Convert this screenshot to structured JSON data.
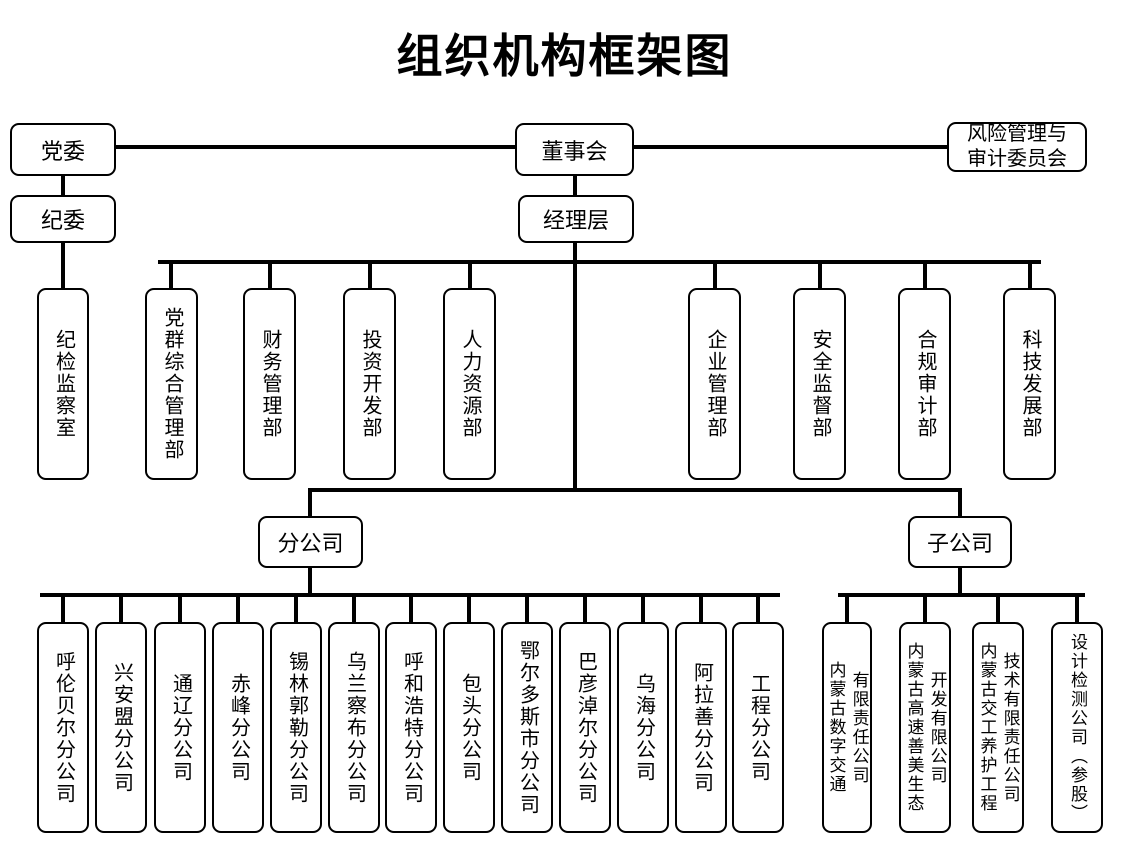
{
  "title": "组织机构框架图",
  "governance": {
    "party_committee": "党委",
    "discipline_committee": "纪委",
    "board_of_directors": "董事会",
    "management_layer": "经理层",
    "risk_audit_committee": {
      "line1": "风险管理与",
      "line2": "审计委员会"
    },
    "discipline_inspection_office": "纪检监察室"
  },
  "departments": [
    "党群综合管理部",
    "财务管理部",
    "投资开发部",
    "人力资源部",
    "企业管理部",
    "安全监督部",
    "合规审计部",
    "科技发展部"
  ],
  "branch_group": {
    "label": "分公司",
    "companies": [
      "呼伦贝尔分公司",
      "兴安盟分公司",
      "通辽分公司",
      "赤峰分公司",
      "锡林郭勒分公司",
      "乌兰察布分公司",
      "呼和浩特分公司",
      "包头分公司",
      "鄂尔多斯市分公司",
      "巴彦淖尔分公司",
      "乌海分公司",
      "阿拉善分公司",
      "工程分公司"
    ]
  },
  "subsidiary_group": {
    "label": "子公司",
    "companies": [
      {
        "name": "内蒙古数字交通有限责任公司",
        "columns": [
          "内蒙古数字交通",
          "有限责任公司"
        ]
      },
      {
        "name": "内蒙古高速善美生态开发有限公司",
        "columns": [
          "内蒙古高速善美生态",
          "开发有限公司"
        ]
      },
      {
        "name": "内蒙古交工养护工程技术有限责任公司",
        "columns": [
          "内蒙古交工养护工程",
          "技术有限责任公司"
        ]
      },
      {
        "name": "设计检测公司（参股）",
        "columns": [
          "设计检测公司（参股）"
        ]
      }
    ]
  },
  "colors": {
    "line": "#000000",
    "background": "#ffffff",
    "text": "#000000"
  }
}
